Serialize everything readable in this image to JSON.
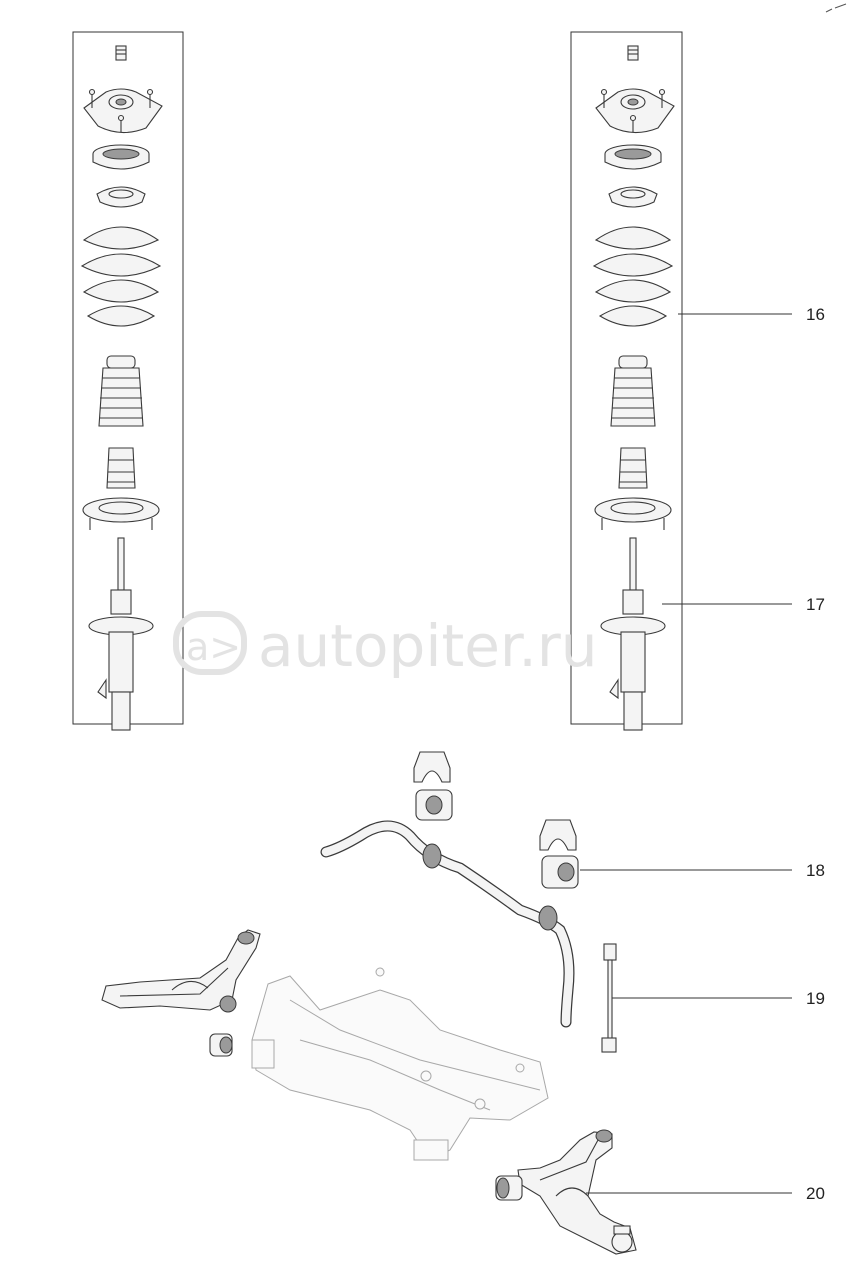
{
  "watermark": {
    "text": "autopiter.ru",
    "logo_glyph": "a>"
  },
  "callouts": [
    {
      "id": "16",
      "label": "16"
    },
    {
      "id": "17",
      "label": "17"
    },
    {
      "id": "18",
      "label": "18"
    },
    {
      "id": "19",
      "label": "19"
    },
    {
      "id": "20",
      "label": "20"
    }
  ],
  "icons": {
    "strut_left": "strut-assembly-icon",
    "strut_right": "strut-assembly-icon",
    "stabilizer_bar": "stabilizer-bar-icon",
    "bushing": "bushing-icon",
    "bracket": "bushing-bracket-icon",
    "link": "stabilizer-link-icon",
    "subframe": "subframe-icon",
    "lower_arm": "lower-control-arm-icon"
  },
  "colors": {
    "line": "#3a3a3a",
    "text": "#222222",
    "watermark": "#e3e3e3",
    "background": "#ffffff"
  }
}
